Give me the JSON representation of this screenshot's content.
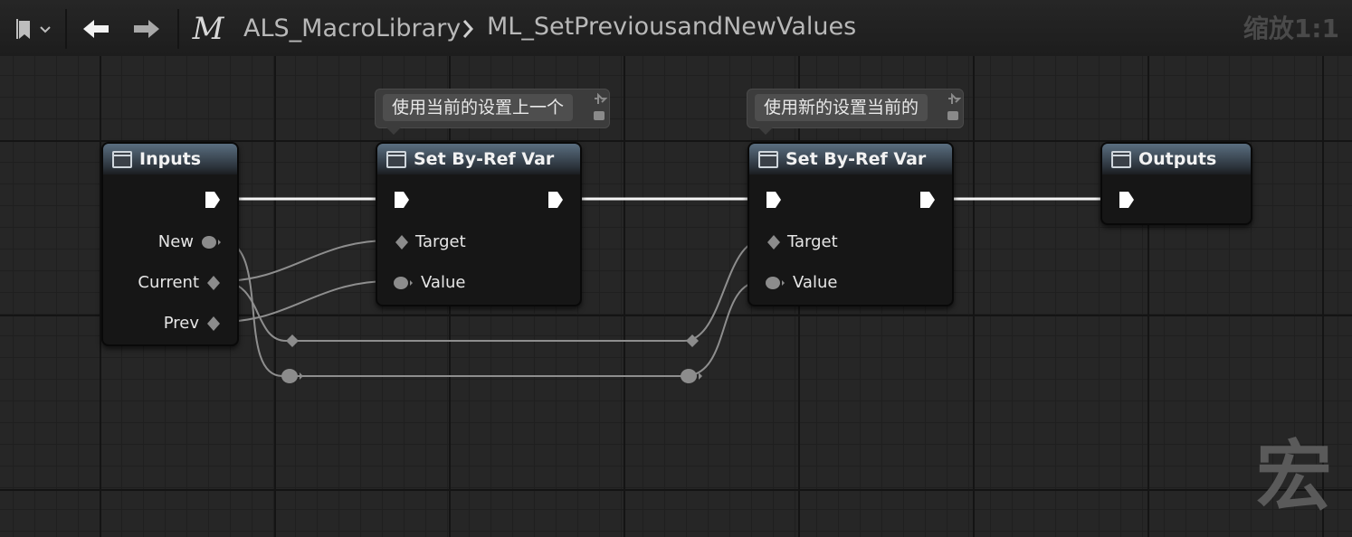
{
  "toolbar": {
    "breadcrumb": [
      "ALS_MacroLibrary",
      "ML_SetPreviousandNewValues"
    ],
    "zoom_label": "缩放1:1",
    "macro_icon_glyph": "M"
  },
  "graph": {
    "watermark": "宏",
    "comments": [
      "使用当前的设置上一个",
      "使用新的设置当前的"
    ],
    "nodes": {
      "inputs": {
        "title": "Inputs",
        "pins": [
          "New",
          "Current",
          "Prev"
        ]
      },
      "set1": {
        "title": "Set By-Ref Var",
        "pins": [
          "Target",
          "Value"
        ]
      },
      "set2": {
        "title": "Set By-Ref Var",
        "pins": [
          "Target",
          "Value"
        ]
      },
      "outputs": {
        "title": "Outputs"
      }
    }
  },
  "colors": {
    "header_blue": "#5a6e80",
    "exec_white": "#ffffff",
    "wire_grey": "#9a9a9a"
  }
}
